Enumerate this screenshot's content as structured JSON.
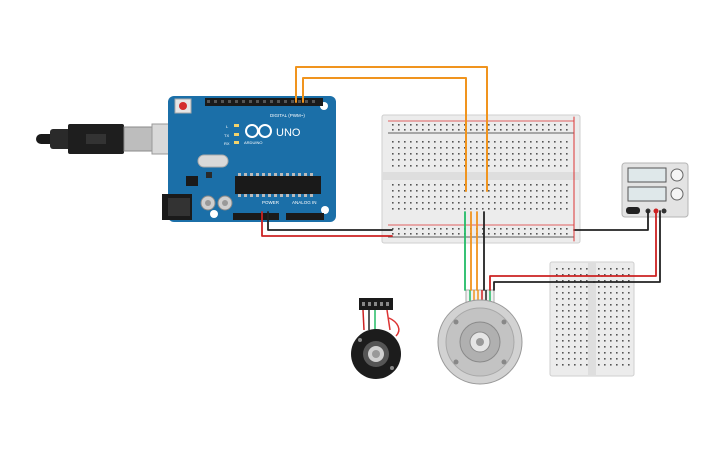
{
  "arduino": {
    "name": "UNO",
    "brand": "ARDUINO",
    "digital_header": "DIGITAL (PWM~)",
    "power_header": "POWER",
    "analog_header": "ANALOG IN",
    "led_labels": [
      "L",
      "TX",
      "RX"
    ],
    "board_color": "#1b6fa8"
  },
  "colors": {
    "wire_orange": "#f0941e",
    "wire_red": "#d62b1e",
    "wire_black": "#222222",
    "breadboard": "#ededed",
    "rail_red": "#d33",
    "rail_blue": "#333"
  }
}
